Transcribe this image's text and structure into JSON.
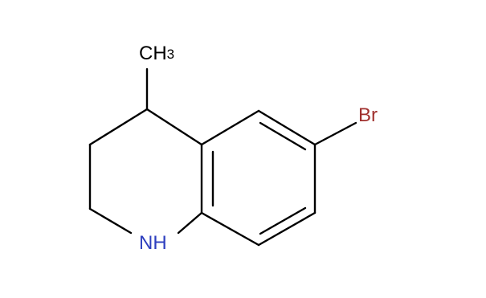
{
  "molecule": {
    "atoms": {
      "methyl": {
        "label": "CH",
        "subscript": "3",
        "color": "#000000"
      },
      "bromine": {
        "label": "Br",
        "color": "#a0302e"
      },
      "amine": {
        "label": "NH",
        "color": "#2e3fbf"
      }
    }
  }
}
